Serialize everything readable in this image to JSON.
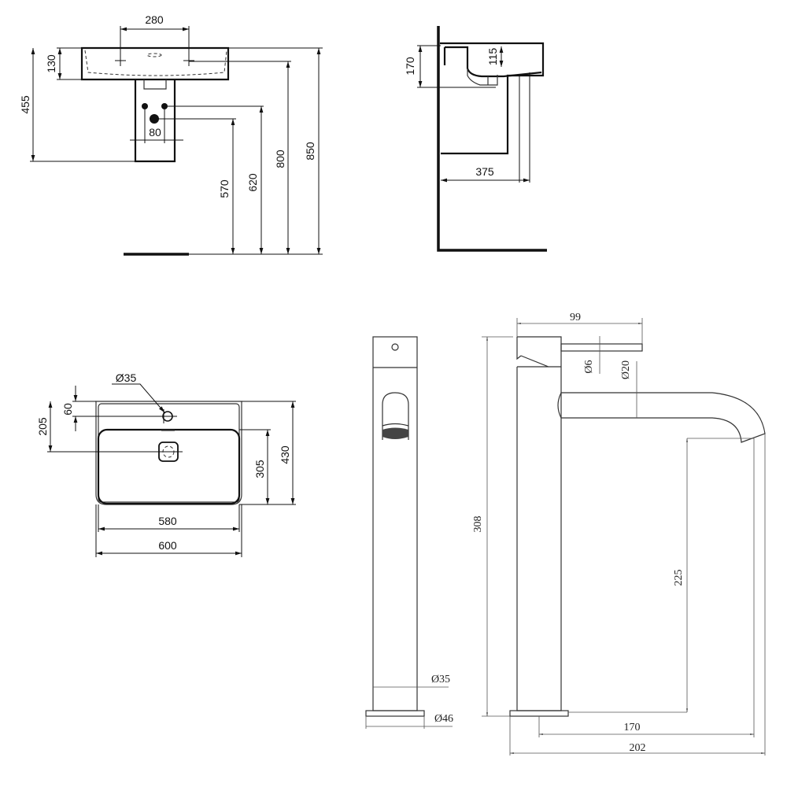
{
  "front_view": {
    "dims": {
      "tap_spacing": "280",
      "basin_height": "130",
      "total_height": "455",
      "pipe_spacing": "80",
      "waste_height": "570",
      "supply_height": "620",
      "tap_hole_height": "800",
      "rim_height": "850"
    }
  },
  "side_view": {
    "dims": {
      "overall": "170",
      "bowl_depth": "115",
      "projection": "375"
    }
  },
  "top_view": {
    "dims": {
      "tap_hole_diameter": "Ø35",
      "tap_hole_offset": "60",
      "waste_offset": "205",
      "bowl_depth": "305",
      "overall_depth": "430",
      "bowl_width": "580",
      "overall_width": "600"
    }
  },
  "faucet_front": {
    "dims": {
      "body_diameter": "Ø35",
      "base_diameter": "Ø46"
    }
  },
  "faucet_side": {
    "dims": {
      "handle_length": "99",
      "handle_diameter": "Ø6",
      "spout_diameter": "Ø20",
      "total_height": "308",
      "spout_clearance": "225",
      "spout_reach": "170",
      "total_depth": "202"
    }
  }
}
